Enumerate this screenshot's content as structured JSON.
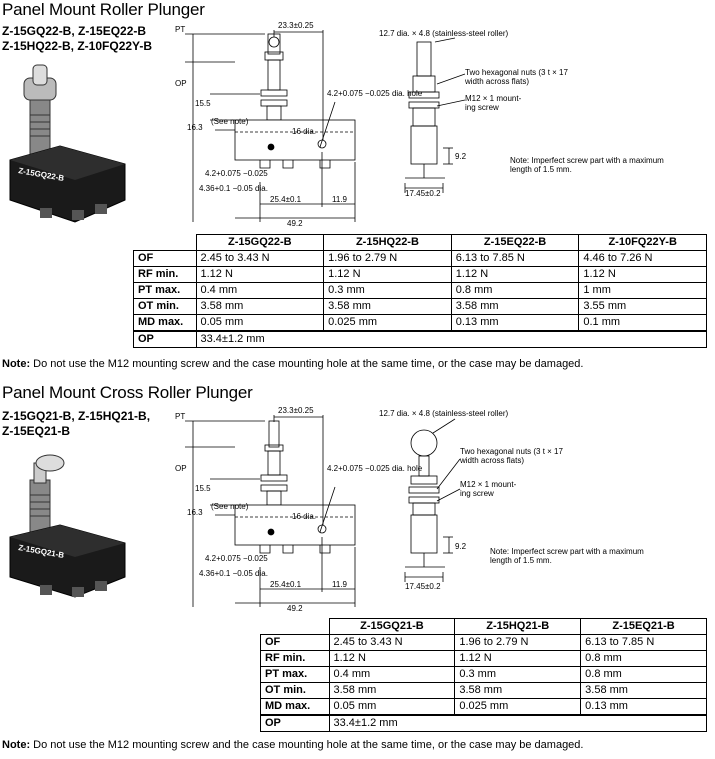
{
  "sections": [
    {
      "title": "Panel Mount Roller Plunger",
      "model_lines": [
        "Z-15GQ22-B, Z-15EQ22-B",
        "Z-15HQ22-B, Z-10FQ22Y-B"
      ],
      "photo_label": "Z-15GQ22-B",
      "dims": {
        "pt": "PT",
        "op": "OP",
        "d155": "15.5",
        "d163": "16.3",
        "see_note": "(See note)",
        "d233": "23.3±0.25",
        "hole": "4.2+0.075 −0.025 dia. hole",
        "d16": "16 dia.",
        "d42": "4.2+0.075 −0.025",
        "d436": "4.36+0.1 −0.05 dia.",
        "d254": "25.4±0.1",
        "d119": "11.9",
        "d492": "49.2",
        "roller": "12.7 dia. × 4.8 (stainless-steel roller)",
        "nuts": "Two hexagonal nuts (3 t × 17 width across flats)",
        "screw": "M12 × 1 mount- ing screw",
        "d92": "9.2",
        "d1745": "17.45±0.2",
        "imperfect": "Note: Imperfect screw part with a maximum length of 1.5 mm."
      },
      "table": {
        "headers": [
          "Z-15GQ22-B",
          "Z-15HQ22-B",
          "Z-15EQ22-B",
          "Z-10FQ22Y-B"
        ],
        "rows": [
          {
            "label": "OF",
            "values": [
              "2.45 to 3.43 N",
              "1.96 to 2.79 N",
              "6.13 to 7.85 N",
              "4.46 to 7.26 N"
            ]
          },
          {
            "label": "RF min.",
            "values": [
              "1.12 N",
              "1.12 N",
              "1.12 N",
              "1.12 N"
            ]
          },
          {
            "label": "PT max.",
            "values": [
              "0.4 mm",
              "0.3 mm",
              "0.8 mm",
              "1 mm"
            ]
          },
          {
            "label": "OT min.",
            "values": [
              "3.58 mm",
              "3.58 mm",
              "3.58 mm",
              "3.55 mm"
            ]
          },
          {
            "label": "MD max.",
            "values": [
              "0.05 mm",
              "0.025 mm",
              "0.13 mm",
              "0.1 mm"
            ]
          }
        ],
        "op": {
          "label": "OP",
          "value": "33.4±1.2 mm"
        }
      },
      "note_label": "Note:",
      "note_text": " Do not use the M12 mounting screw and the case mounting hole at the same time, or the case may be damaged."
    },
    {
      "title": "Panel Mount Cross Roller Plunger",
      "model_lines": [
        "Z-15GQ21-B, Z-15HQ21-B,",
        "Z-15EQ21-B"
      ],
      "photo_label": "Z-15GQ21-B",
      "dims": {
        "pt": "PT",
        "op": "OP",
        "d155": "15.5",
        "d163": "16.3",
        "see_note": "(See note)",
        "d233": "23.3±0.25",
        "hole": "4.2+0.075 −0.025 dia. hole",
        "d16": "16 dia.",
        "d42": "4.2+0.075 −0.025",
        "d436": "4.36+0.1 −0.05 dia.",
        "d254": "25.4±0.1",
        "d119": "11.9",
        "d492": "49.2",
        "roller": "12.7 dia. × 4.8 (stainless-steel roller)",
        "nuts": "Two hexagonal nuts (3 t × 17 width across flats)",
        "screw": "M12 × 1 mount- ing screw",
        "d92": "9.2",
        "d1745": "17.45±0.2",
        "imperfect": "Note: Imperfect screw part with a maximum length of 1.5 mm."
      },
      "table": {
        "headers": [
          "Z-15GQ21-B",
          "Z-15HQ21-B",
          "Z-15EQ21-B"
        ],
        "rows": [
          {
            "label": "OF",
            "values": [
              "2.45 to 3.43 N",
              "1.96 to 2.79 N",
              "6.13 to 7.85 N"
            ]
          },
          {
            "label": "RF min.",
            "values": [
              "1.12 N",
              "1.12 N",
              "0.8 mm"
            ]
          },
          {
            "label": "PT max.",
            "values": [
              "0.4 mm",
              "0.3 mm",
              "0.8 mm"
            ]
          },
          {
            "label": "OT min.",
            "values": [
              "3.58 mm",
              "3.58 mm",
              "3.58 mm"
            ]
          },
          {
            "label": "MD max.",
            "values": [
              "0.05 mm",
              "0.025 mm",
              "0.13 mm"
            ]
          }
        ],
        "op": {
          "label": "OP",
          "value": "33.4±1.2 mm"
        }
      },
      "note_label": "Note:",
      "note_text": " Do not use the M12 mounting screw and the case mounting hole at the same time, or the case may be damaged."
    }
  ]
}
